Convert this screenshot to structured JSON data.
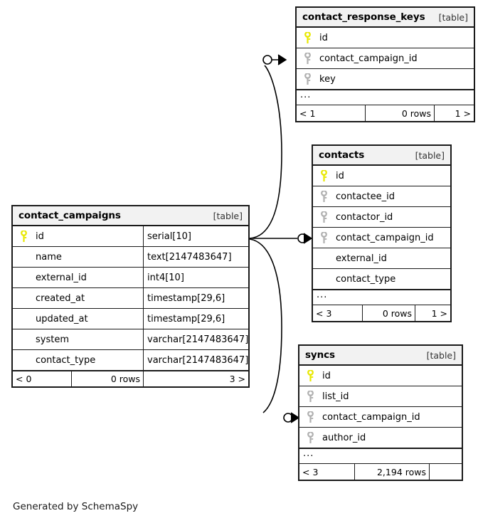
{
  "diagram": {
    "caption": "Generated by SchemaSpy",
    "kind_label": "[table]",
    "ellipsis": "...",
    "colors": {
      "primary_key": "#e8e800",
      "foreign_key": "#b0b0b0",
      "border": "#1a1a1a",
      "header_bg": "#f2f2f2",
      "background": "#ffffff"
    }
  },
  "tables": {
    "contact_campaigns": {
      "name": "contact_campaigns",
      "kind": "[table]",
      "columns": [
        {
          "name": "id",
          "type": "serial[10]",
          "key": "primary"
        },
        {
          "name": "name",
          "type": "text[2147483647]",
          "key": "none"
        },
        {
          "name": "external_id",
          "type": "int4[10]",
          "key": "none"
        },
        {
          "name": "created_at",
          "type": "timestamp[29,6]",
          "key": "none"
        },
        {
          "name": "updated_at",
          "type": "timestamp[29,6]",
          "key": "none"
        },
        {
          "name": "system",
          "type": "varchar[2147483647]",
          "key": "none"
        },
        {
          "name": "contact_type",
          "type": "varchar[2147483647]",
          "key": "none"
        }
      ],
      "footer": {
        "left": "< 0",
        "middle": "0 rows",
        "right": "3 >"
      }
    },
    "contact_response_keys": {
      "name": "contact_response_keys",
      "kind": "[table]",
      "columns": [
        {
          "name": "id",
          "key": "primary"
        },
        {
          "name": "contact_campaign_id",
          "key": "foreign"
        },
        {
          "name": "key",
          "key": "foreign"
        }
      ],
      "footer": {
        "left": "< 1",
        "middle": "0 rows",
        "right": "1 >"
      }
    },
    "contacts": {
      "name": "contacts",
      "kind": "[table]",
      "columns": [
        {
          "name": "id",
          "key": "primary"
        },
        {
          "name": "contactee_id",
          "key": "foreign"
        },
        {
          "name": "contactor_id",
          "key": "foreign"
        },
        {
          "name": "contact_campaign_id",
          "key": "foreign"
        },
        {
          "name": "external_id",
          "key": "none"
        },
        {
          "name": "contact_type",
          "key": "none"
        }
      ],
      "footer": {
        "left": "< 3",
        "middle": "0 rows",
        "right": "1 >"
      }
    },
    "syncs": {
      "name": "syncs",
      "kind": "[table]",
      "columns": [
        {
          "name": "id",
          "key": "primary"
        },
        {
          "name": "list_id",
          "key": "foreign"
        },
        {
          "name": "contact_campaign_id",
          "key": "foreign"
        },
        {
          "name": "author_id",
          "key": "foreign"
        }
      ],
      "footer": {
        "left": "< 3",
        "middle": "2,194 rows",
        "right": ""
      }
    }
  },
  "relationships": [
    {
      "from": "contact_campaigns.id",
      "to": "contact_response_keys.contact_campaign_id",
      "cardinality": "zero-or-many"
    },
    {
      "from": "contact_campaigns.id",
      "to": "contacts.contact_campaign_id",
      "cardinality": "zero-or-many"
    },
    {
      "from": "contact_campaigns.id",
      "to": "syncs.contact_campaign_id",
      "cardinality": "zero-or-many"
    }
  ]
}
